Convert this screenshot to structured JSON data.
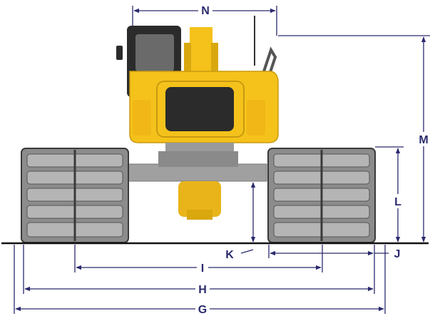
{
  "colors": {
    "dimension_line": "#2a2a6e",
    "label": "#2a2a6e",
    "body_yellow": "#f5c21b",
    "body_shadow": "#d9a80f",
    "cab_dark": "#2b2b2b",
    "cab_window": "#6a6a6a",
    "track_frame": "#8c8c8c",
    "track_dark": "#3a3a3a",
    "pontoon_slat": "#b5b5b5",
    "ground": "#111111"
  },
  "labels": {
    "N": "N",
    "M": "M",
    "L": "L",
    "K": "K",
    "J": "J",
    "I": "I",
    "H": "H",
    "G": "G"
  }
}
